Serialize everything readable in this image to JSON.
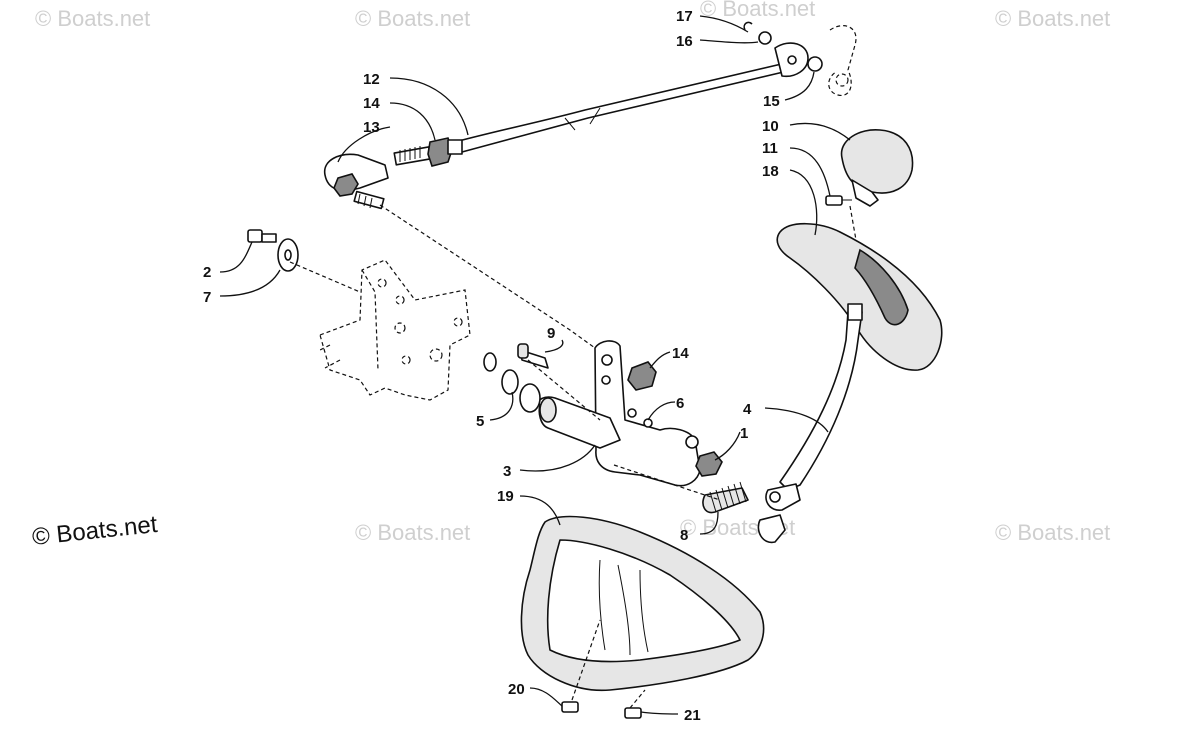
{
  "watermarks": {
    "faint": "© Boats.net",
    "main": "© Boats.net"
  },
  "callouts": {
    "c1": "1",
    "c2": "2",
    "c3": "3",
    "c4": "4",
    "c5": "5",
    "c6": "6",
    "c7": "7",
    "c8": "8",
    "c9": "9",
    "c10": "10",
    "c11": "11",
    "c12": "12",
    "c13": "13",
    "c14a": "14",
    "c14b": "14",
    "c15": "15",
    "c16": "16",
    "c17": "17",
    "c18": "18",
    "c19": "19",
    "c20": "20",
    "c21": "21"
  },
  "icons": {
    "watermark": "copyright-icon"
  }
}
